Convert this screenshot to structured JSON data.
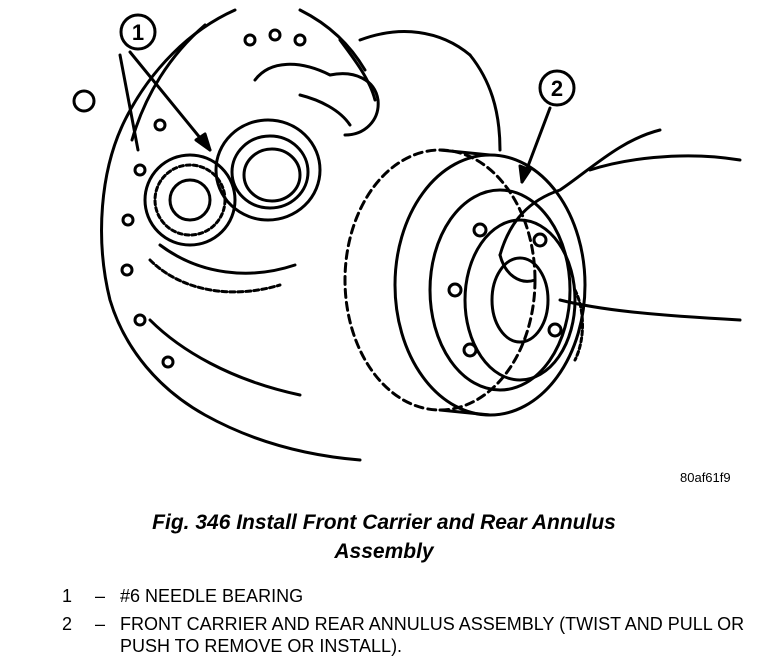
{
  "figure_code": "80af61f9",
  "callouts": [
    {
      "number": "1"
    },
    {
      "number": "2"
    }
  ],
  "caption": {
    "line1": "Fig. 346 Install Front Carrier and Rear Annulus",
    "line2": "Assembly"
  },
  "legend": [
    {
      "number": "1",
      "dash": "–",
      "text": "#6 NEEDLE BEARING"
    },
    {
      "number": "2",
      "dash": "–",
      "text": "FRONT CARRIER AND REAR ANNULUS ASSEMBLY (TWIST AND PULL OR PUSH TO REMOVE OR INSTALL)."
    }
  ]
}
